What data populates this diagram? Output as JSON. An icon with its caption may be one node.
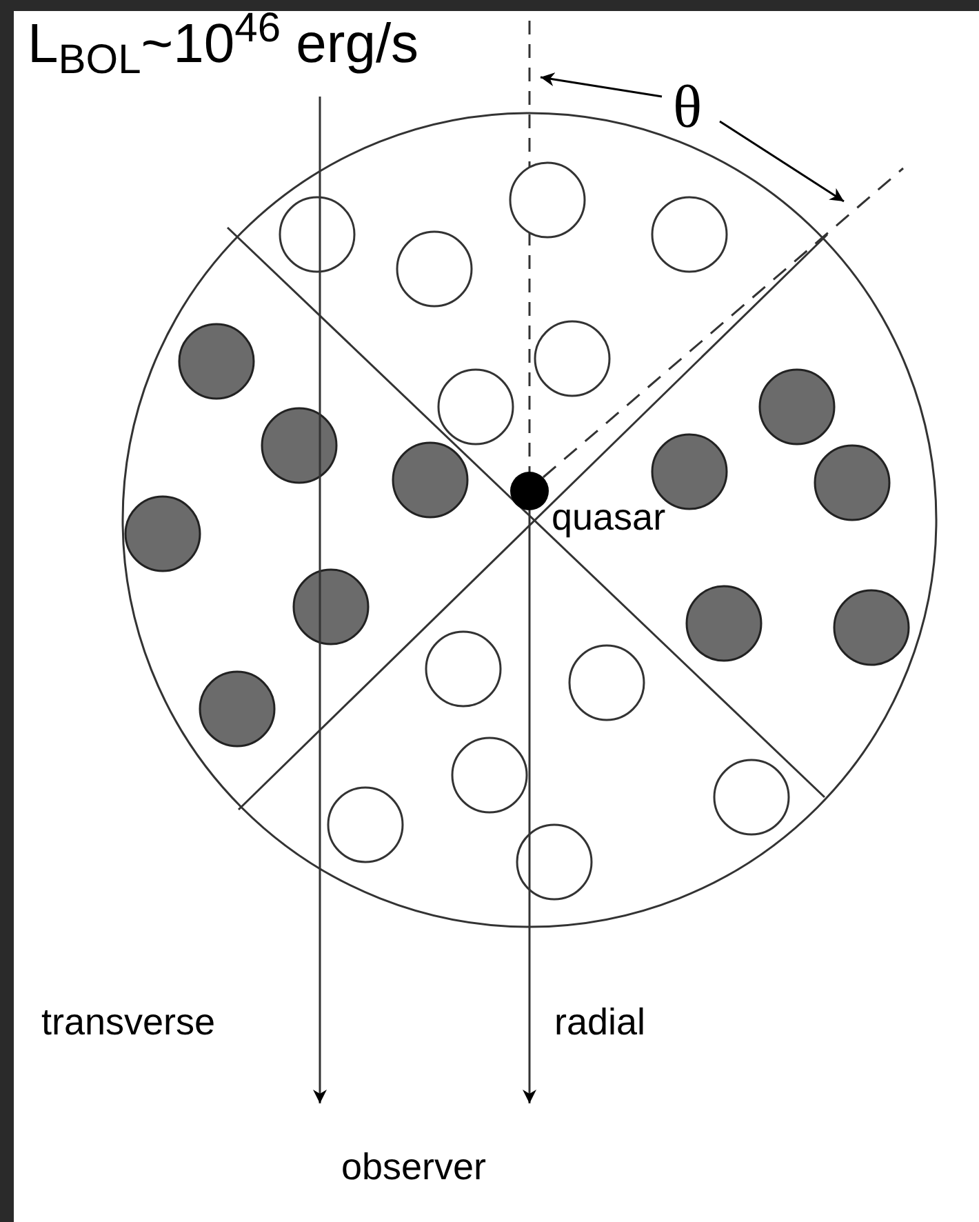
{
  "diagram": {
    "nodes": [
      {
        "text": [],
        "shape": "circle",
        "beside": [
          "quasar"
        ]
      },
      {
        "text": [
          "observer"
        ]
      }
    ],
    "edges": [
      {
        "from": null,
        "to": 1,
        "arrow": "to",
        "label": "transverse"
      },
      {
        "from": 0,
        "to": 1,
        "arrow": "to",
        "label": "radial"
      }
    ],
    "labels": [
      "L$_{BOL}$~10$^{46}$ erg/s",
      "θ"
    ]
  }
}
